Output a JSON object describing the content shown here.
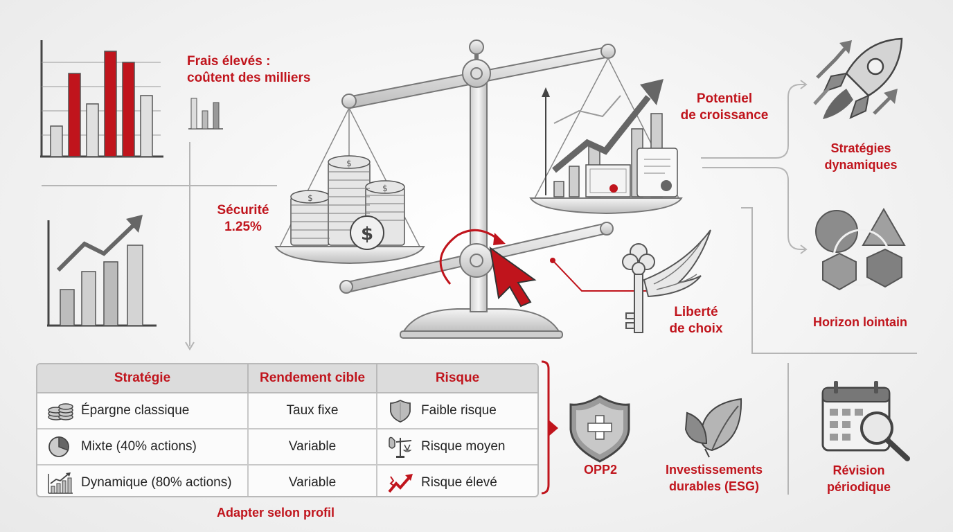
{
  "labels": {
    "fees": "Frais élevés :\ncoûtent des milliers",
    "security": "Sécurité\n1.25%",
    "growth": "Potentiel\nde croissance",
    "freedom": "Liberté\nde choix",
    "dynamic": "Stratégies\ndynamiques",
    "horizon": "Horizon lointain",
    "opp2": "OPP2",
    "esg": "Investissements\ndurables (ESG)",
    "review": "Révision\npériodique",
    "adapt": "Adapter selon profil"
  },
  "table": {
    "headers": [
      "Stratégie",
      "Rendement cible",
      "Risque"
    ],
    "rows": [
      {
        "strategy": "Épargne classique",
        "yield": "Taux fixe",
        "risk": "Faible risque",
        "strategy_icon": "coins-icon",
        "risk_icon": "shield-icon"
      },
      {
        "strategy": "Mixte (40% actions)",
        "yield": "Variable",
        "risk": "Risque moyen",
        "strategy_icon": "pie-chart-icon",
        "risk_icon": "balance-icon"
      },
      {
        "strategy": "Dynamique (80% actions)",
        "yield": "Variable",
        "risk": "Risque élevé",
        "strategy_icon": "growth-chart-icon",
        "risk_icon": "trend-arrow-icon"
      }
    ]
  },
  "colors": {
    "accent": "#c0141c",
    "gray": "#8a8a8a",
    "dark": "#555555"
  }
}
